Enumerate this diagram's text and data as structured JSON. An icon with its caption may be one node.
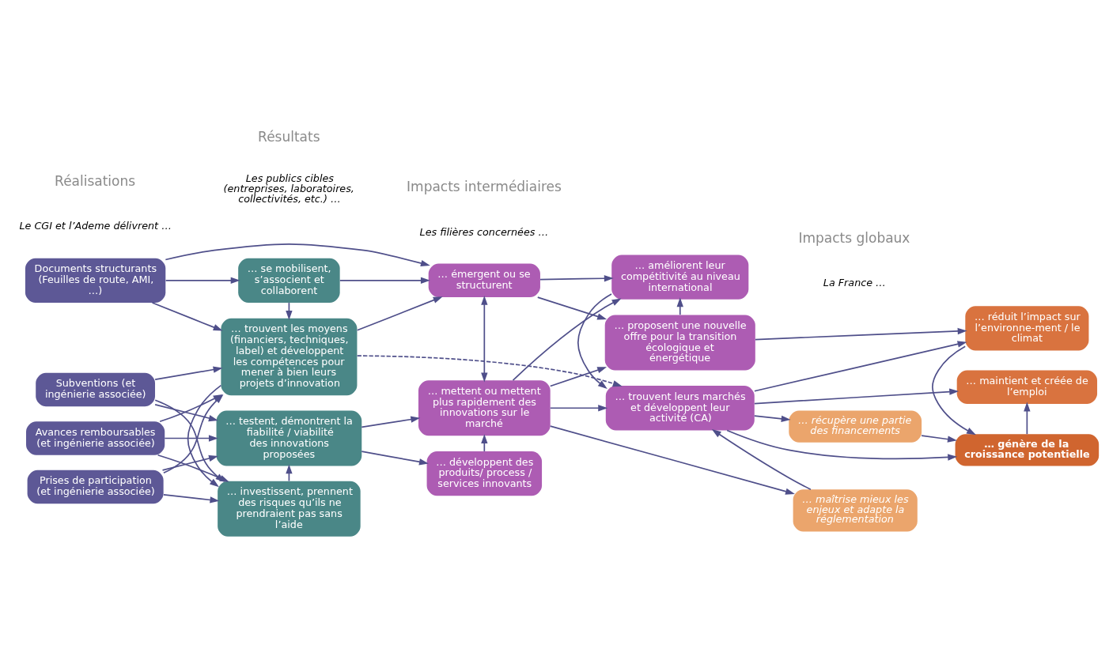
{
  "diagram": {
    "nodes": [
      {
        "text": [
          "Documents structurants (Feuilles de route, AMI, …)"
        ]
      },
      {
        "text": [
          "Subventions (et ingénierie associée)"
        ]
      },
      {
        "text": [
          "Avances remboursables (et ingénierie associée)"
        ]
      },
      {
        "text": [
          "Prises de participation (et ingénierie associée)"
        ]
      },
      {
        "text": [
          "… se mobilisent, s’associent et collaborent"
        ]
      },
      {
        "text": [
          "… trouvent les moyens (financiers, techniques, label) et développent les compétences pour mener à bien leurs projets d’innovation"
        ]
      },
      {
        "text": [
          "… investissent, prennent des risques qu’ils ne prendraient pas sans l’aide"
        ]
      },
      {
        "text": [
          "… testent, démontrent la fiabilité / viabilité des innovations proposées"
        ]
      },
      {
        "text": [
          "… développent des produits/ process / services innovants"
        ]
      },
      {
        "text": [
          "… mettent ou mettent plus rapidement des innovations sur le marché"
        ]
      },
      {
        "text": [
          "… émergent ou se structurent"
        ]
      },
      {
        "text": [
          "… trouvent leurs marchés et développent leur activité (CA)"
        ]
      },
      {
        "text": [
          "… améliorent leur compétitivité au niveau international"
        ]
      },
      {
        "text": [
          "… proposent une nouvelle offre pour la transition écologique et énergétique"
        ]
      },
      {
        "text": [
          "… maîtrise mieux les enjeux et adapte la réglementation"
        ]
      },
      {
        "text": [
          "… récupère une partie des financements"
        ]
      },
      {
        "text": [
          "… génère de la croissance potentielle"
        ]
      },
      {
        "text": [
          "… maintient et créée de l’emploi"
        ]
      },
      {
        "text": [
          "… réduit l’impact sur l’environne-ment / le climat"
        ]
      }
    ],
    "edges": [
      {
        "from": 0,
        "to": 4,
        "arrow": "to"
      },
      {
        "from": 0,
        "to": 5,
        "arrow": "to"
      },
      {
        "from": 0,
        "to": 10,
        "arrow": "to"
      },
      {
        "from": 1,
        "to": 5,
        "arrow": "to"
      },
      {
        "from": 1,
        "to": 6,
        "arrow": "to"
      },
      {
        "from": 1,
        "to": 7,
        "arrow": "to"
      },
      {
        "from": 2,
        "to": 5,
        "arrow": "to"
      },
      {
        "from": 2,
        "to": 6,
        "arrow": "to"
      },
      {
        "from": 2,
        "to": 7,
        "arrow": "to"
      },
      {
        "from": 3,
        "to": 5,
        "arrow": "to"
      },
      {
        "from": 3,
        "to": 6,
        "arrow": "to"
      },
      {
        "from": 3,
        "to": 7,
        "arrow": "to"
      },
      {
        "from": 4,
        "to": 5,
        "arrow": "to"
      },
      {
        "from": 5,
        "to": 6,
        "arrow": "to"
      },
      {
        "from": 6,
        "to": 7,
        "arrow": "to"
      },
      {
        "from": 4,
        "to": 10,
        "arrow": "to"
      },
      {
        "from": 5,
        "to": 10,
        "arrow": "to"
      },
      {
        "from": 5,
        "to": 11,
        "arrow": "to",
        "style": "dashed"
      },
      {
        "from": 7,
        "to": 8,
        "arrow": "to"
      },
      {
        "from": 7,
        "to": 9,
        "arrow": "to"
      },
      {
        "from": 8,
        "to": 9,
        "arrow": "to"
      },
      {
        "from": 9,
        "to": 10,
        "arrow": "both"
      },
      {
        "from": 9,
        "to": 14,
        "arrow": "to"
      },
      {
        "from": 9,
        "to": 11,
        "arrow": "to"
      },
      {
        "from": 9,
        "to": 12,
        "arrow": "to"
      },
      {
        "from": 9,
        "to": 13,
        "arrow": "to"
      },
      {
        "from": 10,
        "to": 12,
        "arrow": "to"
      },
      {
        "from": 10,
        "to": 13,
        "arrow": "to"
      },
      {
        "from": 13,
        "to": 12,
        "arrow": "to"
      },
      {
        "from": 12,
        "to": 11,
        "arrow": "to"
      },
      {
        "from": 14,
        "to": 11,
        "arrow": "to"
      },
      {
        "from": 13,
        "to": 18,
        "arrow": "to"
      },
      {
        "from": 11,
        "to": 15,
        "arrow": "to"
      },
      {
        "from": 11,
        "to": 16,
        "arrow": "to"
      },
      {
        "from": 11,
        "to": 17,
        "arrow": "to"
      },
      {
        "from": 11,
        "to": 18,
        "arrow": "to"
      },
      {
        "from": 15,
        "to": 16,
        "arrow": "to"
      },
      {
        "from": 18,
        "to": 16,
        "arrow": "to"
      },
      {
        "from": 16,
        "to": 17,
        "arrow": "to"
      }
    ],
    "labels": [
      "Réalisations",
      "Résultats",
      "Impacts intermédiaires",
      "Impacts globaux",
      "Le CGI et l’Ademe délivrent …",
      "Les publics cibles (entreprises, laboratoires, collectivités, etc.) …",
      "La France …",
      "Les filières concernées …"
    ]
  }
}
